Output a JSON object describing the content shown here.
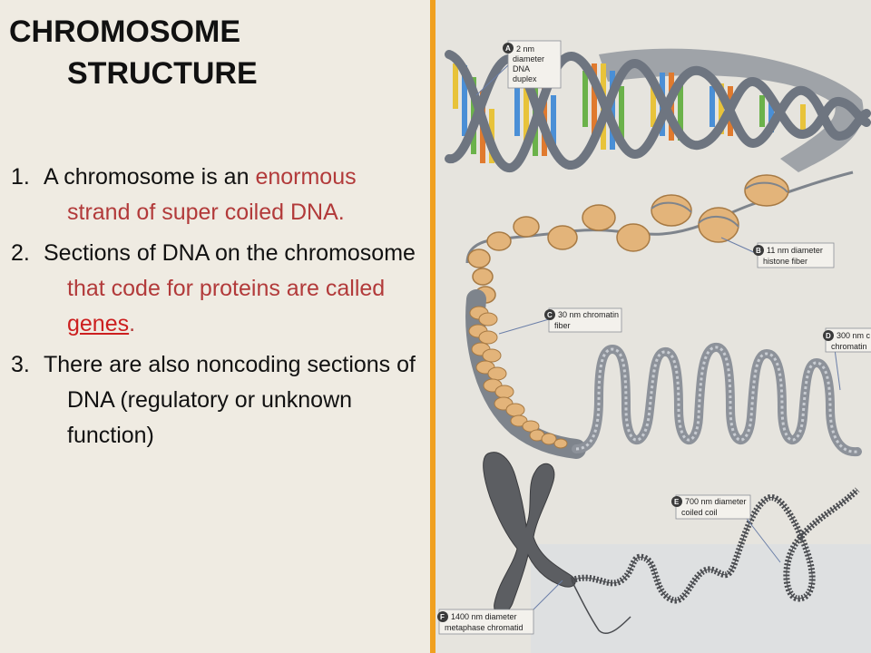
{
  "slide": {
    "title_line1": "CHROMOSOME",
    "title_line2": "STRUCTURE",
    "points": [
      {
        "num": "1.",
        "a": "A chromosome is an ",
        "b": "enormous strand of super coiled DNA.",
        "c": "",
        "d": "",
        "e": ""
      },
      {
        "num": "2.",
        "a": "Sections of DNA on the chromosome ",
        "b": "that code for proteins are called ",
        "c": "genes",
        "d": ".",
        "e": ""
      },
      {
        "num": "3.",
        "a": "There are also noncoding sections of DNA (regulatory or unknown function)",
        "b": "",
        "c": "",
        "d": "",
        "e": ""
      }
    ]
  },
  "figure": {
    "labels": [
      {
        "letter": "A",
        "line1": "2 nm",
        "line2": "diameter",
        "line3": "DNA",
        "line4": "duplex"
      },
      {
        "letter": "B",
        "line1": "11 nm diameter",
        "line2": "histone fiber",
        "line3": "",
        "line4": ""
      },
      {
        "letter": "C",
        "line1": "30 nm chromatin",
        "line2": "fiber",
        "line3": "",
        "line4": ""
      },
      {
        "letter": "D",
        "line1": "300 nm c",
        "line2": "chromatin",
        "line3": "",
        "line4": ""
      },
      {
        "letter": "E",
        "line1": "700 nm diameter",
        "line2": "coiled coil",
        "line3": "",
        "line4": ""
      },
      {
        "letter": "F",
        "line1": "1400 nm diameter",
        "line2": "metaphase chromatid",
        "line3": "",
        "line4": ""
      }
    ],
    "colors": {
      "accent_divider": "#f0a020",
      "backbone": "#6e7580",
      "nucleosome": "#e3b47a",
      "label_badge": "#3a3a3a"
    }
  }
}
